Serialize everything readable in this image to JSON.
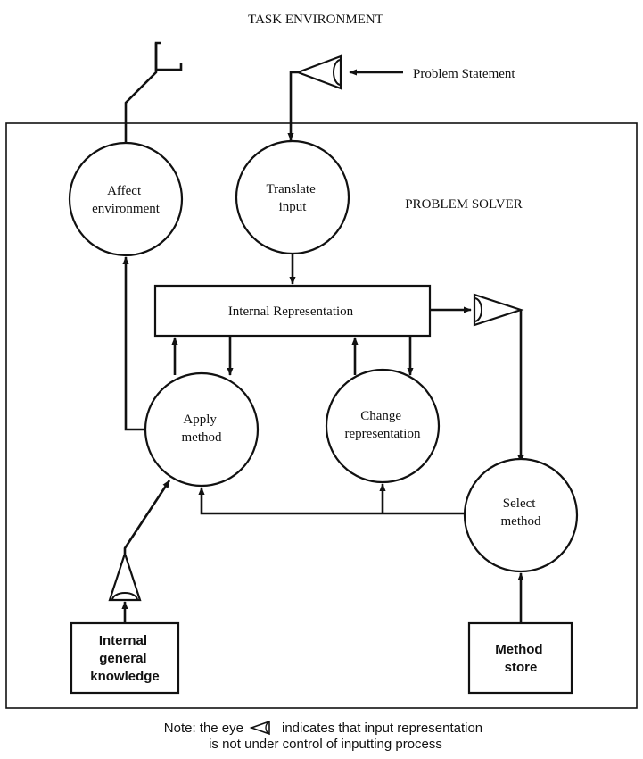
{
  "diagram": {
    "task_environment": "TASK ENVIRONMENT",
    "problem_statement": "Problem Statement",
    "problem_solver": "PROBLEM SOLVER",
    "nodes": {
      "affect_environment": [
        "Affect",
        "environment"
      ],
      "translate_input": [
        "Translate",
        "input"
      ],
      "internal_representation": "Internal Representation",
      "apply_method": [
        "Apply",
        "method"
      ],
      "change_representation": [
        "Change",
        "representation"
      ],
      "select_method": [
        "Select",
        "method"
      ],
      "internal_general_knowledge": [
        "Internal",
        "general",
        "knowledge"
      ],
      "method_store": [
        "Method",
        "store"
      ]
    },
    "note": {
      "part1": "Note: the eye",
      "part2": "indicates that input representation",
      "line2": "is not under control of inputting process"
    }
  }
}
